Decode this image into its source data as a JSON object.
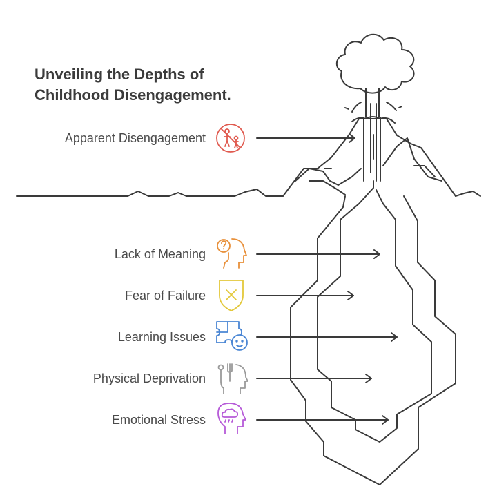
{
  "title": {
    "line1": "Unveiling the Depths of",
    "line2": "Childhood Disengagement."
  },
  "items": [
    {
      "label": "Apparent Disengagement",
      "icon": "no-children-icon",
      "color": "#e05a4f"
    },
    {
      "label": "Lack of Meaning",
      "icon": "question-head-icon",
      "color": "#e8903a"
    },
    {
      "label": "Fear of Failure",
      "icon": "shield-x-icon",
      "color": "#e3c83a"
    },
    {
      "label": "Learning Issues",
      "icon": "puzzle-face-icon",
      "color": "#4a86d4"
    },
    {
      "label": "Physical Deprivation",
      "icon": "fork-head-icon",
      "color": "#9a9a9a"
    },
    {
      "label": "Emotional Stress",
      "icon": "cloud-head-icon",
      "color": "#b65ad8"
    }
  ],
  "colors": {
    "outline": "#3a3a3a",
    "text": "#4a4a4a",
    "title": "#3b3b3b"
  }
}
